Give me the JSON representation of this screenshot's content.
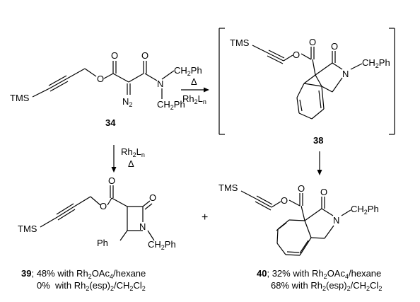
{
  "compounds": {
    "c34": {
      "id": "34",
      "labels": {
        "tms": "TMS",
        "n": "N",
        "ch2ph_top": "CH2Ph",
        "ch2ph_bot": "CH2Ph",
        "n2": "N2",
        "o1": "O",
        "o2": "O",
        "o3": "O"
      }
    },
    "c38": {
      "id": "38",
      "labels": {
        "tms": "TMS",
        "n": "N",
        "ch2ph": "CH2Ph",
        "o1": "O",
        "o2": "O",
        "o3": "O"
      }
    },
    "c39": {
      "id": "39",
      "labels": {
        "tms": "TMS",
        "n": "N",
        "ch2ph": "CH2Ph",
        "ph": "Ph",
        "o1": "O",
        "o2": "O",
        "o3": "O"
      },
      "caption_line1": "; 48% with Rh2OAc4/hexane",
      "caption_line2": "0%  with Rh2(esp)2/CH2Cl2"
    },
    "c40": {
      "id": "40",
      "labels": {
        "tms": "TMS",
        "n": "N",
        "ch2ph": "CH2Ph",
        "o1": "O",
        "o2": "O",
        "o3": "O"
      },
      "caption_line1": "; 32% with Rh2OAc4/hexane",
      "caption_line2": "68% with Rh2(esp)2/CH2Cl2"
    }
  },
  "arrows": {
    "to38": {
      "above": "Δ",
      "below": "Rh2Ln"
    },
    "to39": {
      "line1": "Rh2Ln",
      "line2": "Δ"
    }
  },
  "plus": "+"
}
